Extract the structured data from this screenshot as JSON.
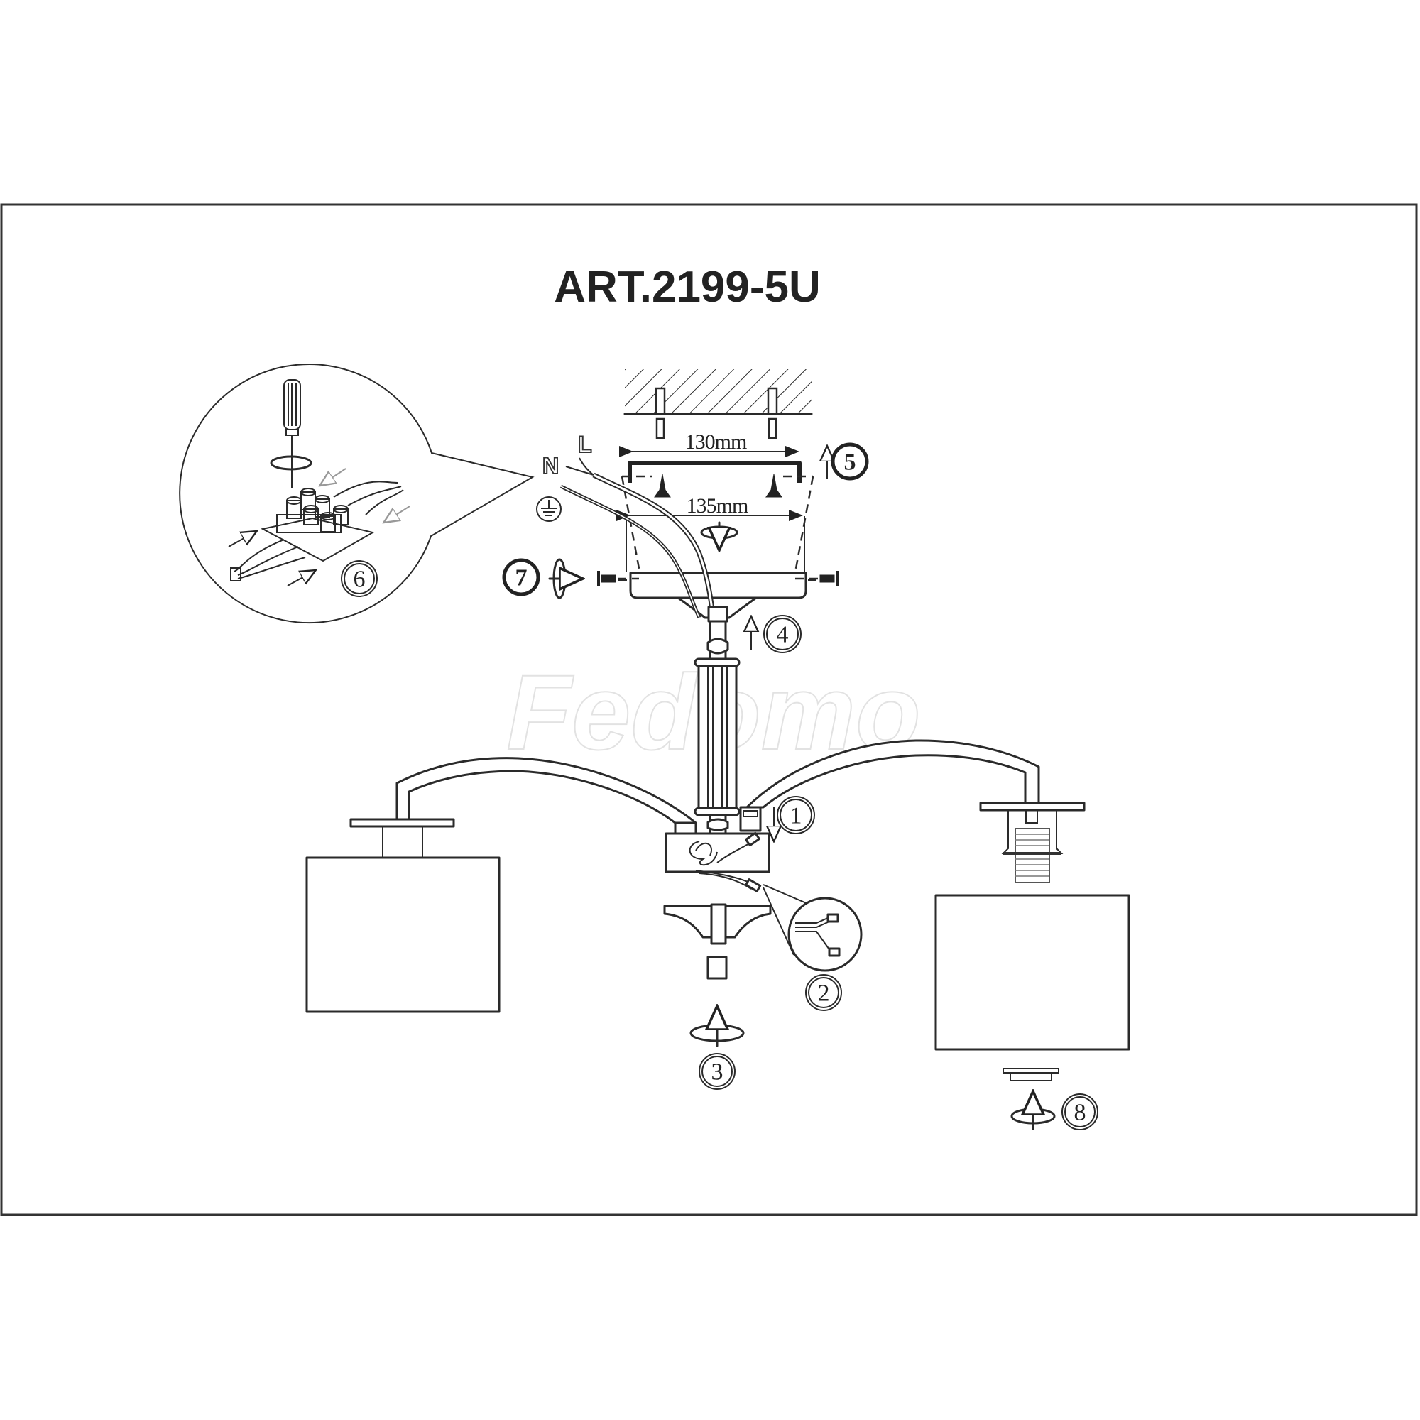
{
  "title": "ART.2199-5U",
  "watermark": "Fedomo",
  "dimensions": {
    "bracket_width": "130mm",
    "canopy_width": "135mm"
  },
  "wire_labels": {
    "live": "L",
    "neutral": "N",
    "earth_icon": "earth-ground-icon"
  },
  "steps": [
    "1",
    "2",
    "3",
    "4",
    "5",
    "6",
    "7",
    "8"
  ],
  "colors": {
    "line": "#2a2a2a",
    "background": "#ffffff",
    "watermark": "#e2e2e2"
  }
}
